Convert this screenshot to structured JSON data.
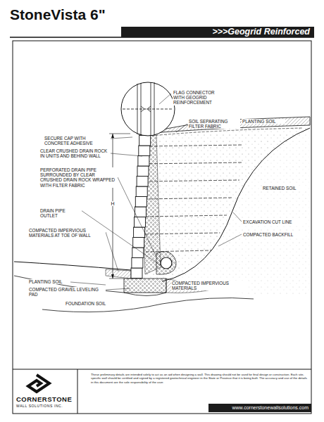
{
  "diagram": {
    "title": "StoneVista 6\"",
    "nodes": [
      {
        "text": [
          ">>>Geogrid Reinforced"
        ]
      }
    ],
    "labels": [
      "FLAG CONNECTOR WITH GEOGRID REINFORCEMENT",
      "SECURE CAP WITH CONCRETE ADHESIVE",
      "SOIL SEPARATING FILTER FABRIC",
      "PLANTING SOIL",
      "CLEAR CRUSHED DRAIN ROCK IN UNITS AND BEHIND WALL",
      "H",
      "PERFORATED DRAIN PIPE SURROUNDED BY CLEAR CRUSHED DRAIN ROCK WRAPPED WITH FILTER FABRIC",
      "RETAINED SOIL",
      "DRAIN PIPE OUTLET",
      "EXCAVATION CUT LINE",
      "COMPACTED BACKFILL",
      "COMPACTED IMPERVIOUS MATERIALS AT TOE OF WALL",
      "PLANTING SOIL",
      "COMPACTED GRAVEL LEVELING PAD",
      "COMPACTED IMPERVIOUS MATERIALS",
      "FOUNDATION SOIL",
      "CORNERSTONE",
      "WALL SOLUTIONS INC.",
      "These preliminary details are intended solely to act as an aid when designing a wall. This drawing should not be used for final design or construction. Each site-specific wall should be certified and signed by a registered geotechnical engineer in the State or Province that it is being built. The accuracy and use of the details in this document are the sole responsibility of the user.",
      "www.cornerstonewallsolutions.com"
    ]
  }
}
